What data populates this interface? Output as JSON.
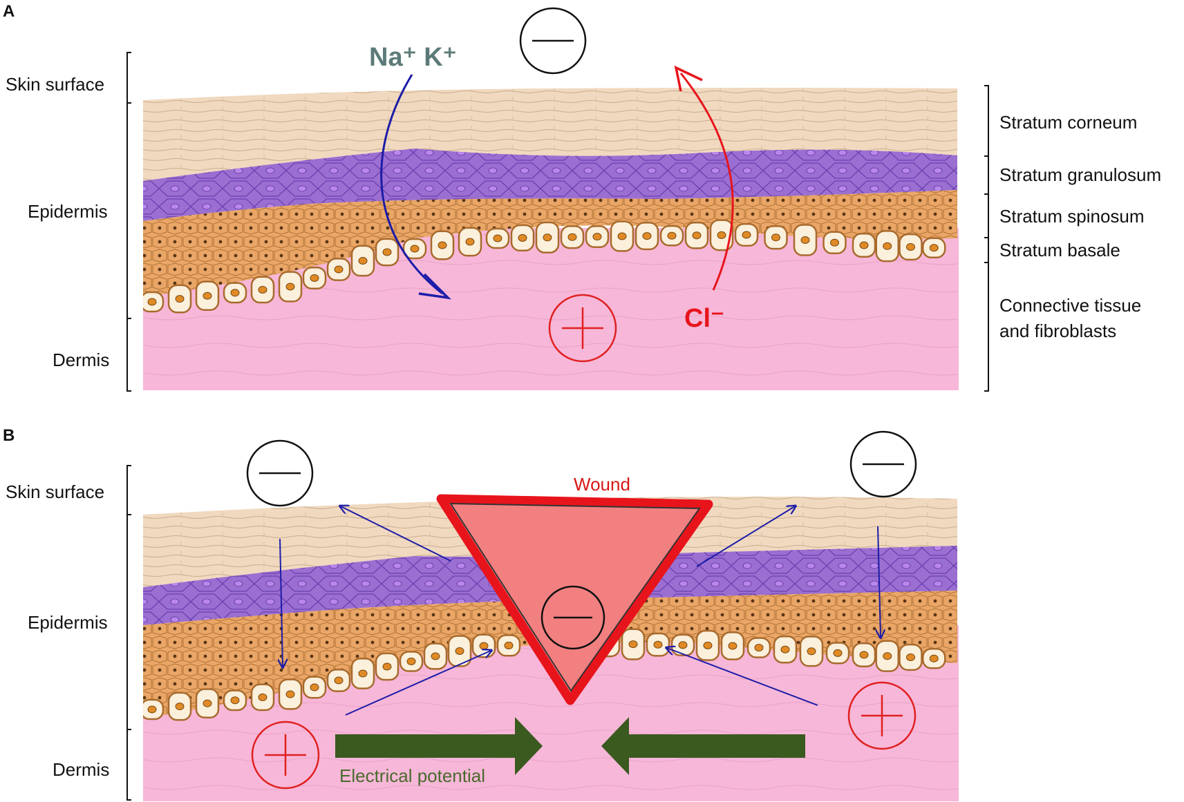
{
  "panels": {
    "a": {
      "letter": "A",
      "left_labels": {
        "skin_surface": "Skin surface",
        "epidermis": "Epidermis",
        "dermis": "Dermis"
      },
      "right_labels": {
        "corneum": "Stratum corneum",
        "granulosum": "Stratum granulosum",
        "spinosum": "Stratum spinosum",
        "basale": "Stratum basale",
        "connective_line1": "Connective tissue",
        "connective_line2": "and fibroblasts"
      },
      "cation_label": "Na⁺ K⁺",
      "anion_label": "Cl⁻"
    },
    "b": {
      "letter": "B",
      "left_labels": {
        "skin_surface": "Skin surface",
        "epidermis": "Epidermis",
        "dermis": "Dermis"
      },
      "wound_label": "Wound",
      "potential_label": "Electrical potential"
    }
  },
  "colors": {
    "cation": "#5c7a78",
    "anion": "#e8141c",
    "positive": "#e02020",
    "negative": "#111111",
    "ion_arrow": "#1c1ca8",
    "potential_arrow": "#3a5a20",
    "wound_fill": "#f28080",
    "wound_border": "#e8141c",
    "corneum": "#f0d9bf",
    "granulosum": "#9b6fd1",
    "spinosum": "#e9a667",
    "basale": "#faf0dc",
    "dermis": "#f7b7d8"
  }
}
